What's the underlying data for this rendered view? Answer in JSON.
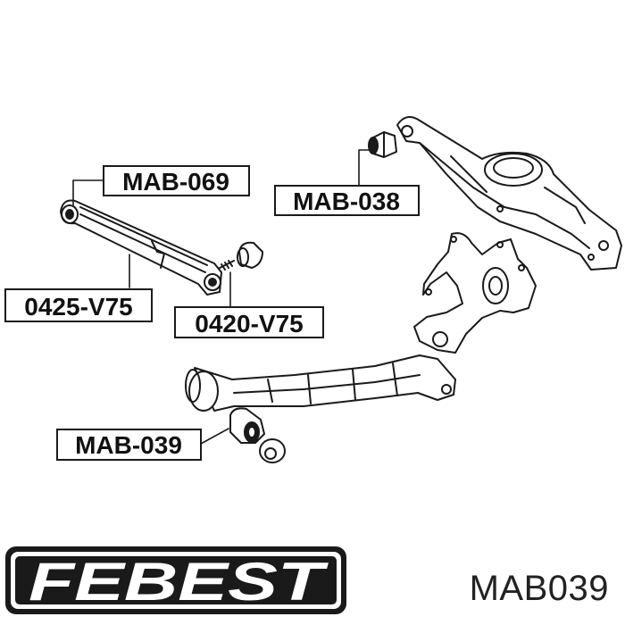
{
  "parts": {
    "mab_069": "MAB-069",
    "mab_038": "MAB-038",
    "p0425_v75": "0425-V75",
    "p0420_v75": "0420-V75",
    "mab_039": "MAB-039"
  },
  "brand": {
    "logo_text": "FEBEST"
  },
  "caption": {
    "part_number": "MAB039"
  },
  "colors": {
    "line": "#1a1a1a",
    "background": "#ffffff"
  }
}
